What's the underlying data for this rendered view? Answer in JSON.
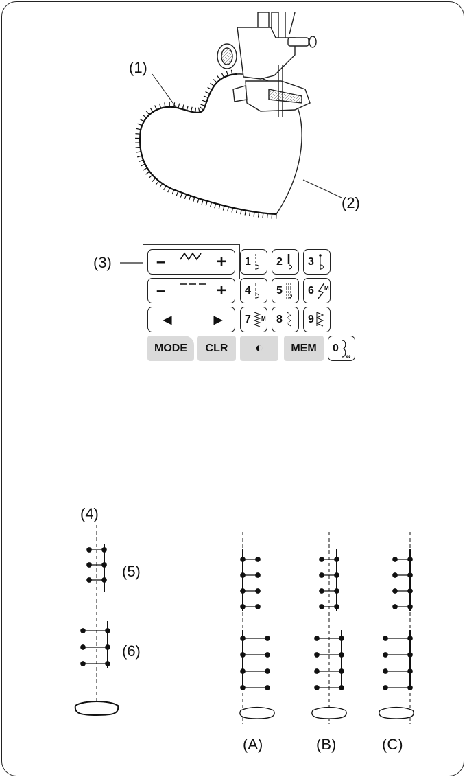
{
  "figure1": {
    "callouts": [
      "(1)",
      "(2)"
    ]
  },
  "keypad": {
    "callout": "(3)",
    "stitch_width": {
      "minus": "–",
      "plus": "+"
    },
    "stitch_length": {
      "minus": "–",
      "plus": "+"
    },
    "arrows": {
      "left": "◀",
      "right": "▶"
    },
    "pattern_keys": [
      "1",
      "2",
      "3",
      "4",
      "5",
      "6",
      "7",
      "8",
      "9",
      "0"
    ],
    "function_keys": {
      "mode": "MODE",
      "clr": "CLR",
      "mirror": "◐",
      "mem": "MEM"
    }
  },
  "figure2": {
    "callouts": [
      "(4)",
      "(5)",
      "(6)"
    ],
    "variants": [
      "(A)",
      "(B)",
      "(C)"
    ]
  }
}
